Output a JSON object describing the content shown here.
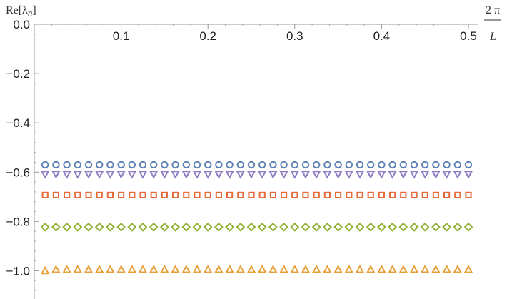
{
  "chart_data": {
    "type": "scatter",
    "ylabel": "Re[λ",
    "ylabel_sub": "n",
    "ylabel_close": "]",
    "xlabel_numerator": "2 π",
    "xlabel_denominator": "L",
    "xlim": [
      0,
      0.5
    ],
    "ylim": [
      -1.1,
      0.0
    ],
    "x_ticks": [
      "0.1",
      "0.2",
      "0.3",
      "0.4",
      "0.5"
    ],
    "x_tick_values": [
      0.1,
      0.2,
      0.3,
      0.4,
      0.5
    ],
    "y_ticks": [
      "0.0",
      "−0.2",
      "−0.4",
      "−0.6",
      "−0.8",
      "−1.0"
    ],
    "y_tick_values": [
      0.0,
      -0.2,
      -0.4,
      -0.6,
      -0.8,
      -1.0
    ],
    "grid": false,
    "x_range": [
      0.0125,
      0.5
    ],
    "points_per_series": 40,
    "series": [
      {
        "marker": "circle",
        "color": "#5e81b5",
        "y": -0.57
      },
      {
        "marker": "triangle-down",
        "color": "#8f7cc3",
        "y": -0.608
      },
      {
        "marker": "square",
        "color": "#e56c3a",
        "y": -0.693
      },
      {
        "marker": "diamond",
        "color": "#8fb032",
        "y": -0.823
      },
      {
        "marker": "triangle-up",
        "color": "#e8a13a",
        "y": -0.995,
        "first_y": -1.0
      }
    ]
  }
}
